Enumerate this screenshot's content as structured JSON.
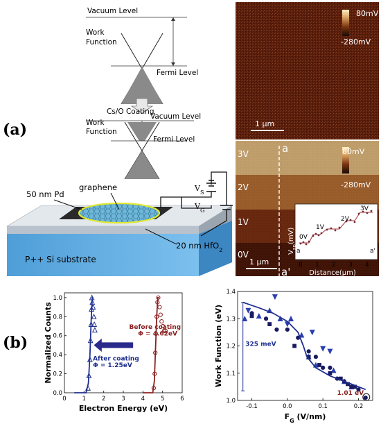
{
  "panel_labels": {
    "a": "(a)",
    "b": "(b)"
  },
  "band_diagram": {
    "vacuum_level_top": "Vacuum Level",
    "work_function_top": [
      "Work",
      "Function"
    ],
    "fermi_level_top": "Fermi Level",
    "coating_step": "Cs/O Coating",
    "vacuum_level_bottom": "Vacuum Level",
    "work_function_bottom": [
      "Work",
      "Function"
    ],
    "fermi_level_bottom": "Fermi Level"
  },
  "device": {
    "pd_label": "50 nm Pd",
    "graphene_label": "graphene",
    "vs_label": "V",
    "vs_sub": "S",
    "vg_label": "V",
    "vg_sub": "G",
    "hfo2_label": "20 nm HfO",
    "hfo2_sub": "2",
    "substrate_label": "P++ Si substrate",
    "colors": {
      "substrate": "#5aa8e0",
      "oxide": "#d6dce2",
      "graphene": "#6fb7d8",
      "ring": "#e0e830"
    }
  },
  "kpfm_top": {
    "scale_max": "80mV",
    "scale_min": "-280mV",
    "scalebar": "1 μm"
  },
  "kpfm_bottom": {
    "scale_max": "80mV",
    "scale_min": "-280mV",
    "scalebar": "1 μm",
    "line_start": "a",
    "line_end": "a'",
    "bands": [
      "3V",
      "2V",
      "1V",
      "0V"
    ],
    "inset": {
      "ylabel_main": "V",
      "ylabel_sub": "sp",
      "ylabel_unit": "(mV)",
      "xlabel": "Distance(μm)",
      "xticks": [
        "0",
        "1",
        "2",
        "3",
        "4"
      ],
      "point_labels": [
        "0V",
        "1V",
        "2V",
        "3V"
      ],
      "end_a": "a",
      "end_b": "a'"
    }
  },
  "chart_data": [
    {
      "type": "scatter",
      "xlabel": "Electron Energy (eV)",
      "ylabel": "Normalized Counts",
      "xlim": [
        0,
        6
      ],
      "ylim": [
        0.0,
        1.05
      ],
      "xticks": [
        0,
        1,
        2,
        3,
        4,
        5,
        6
      ],
      "yticks": [
        0.0,
        0.2,
        0.4,
        0.6,
        0.8,
        1.0
      ],
      "arrow_color": "#2a2a8c",
      "annotations": [
        {
          "lines": [
            "Before coating",
            "Φ = 4.62eV"
          ],
          "color": "#8b2020"
        },
        {
          "lines": [
            "After coating",
            "Φ = 1.25eV"
          ],
          "color": "#1f2f8f"
        }
      ],
      "series": [
        {
          "color": "#1f2f8f",
          "marker": "triangle",
          "points": [
            [
              1.2,
              0.05
            ],
            [
              1.25,
              0.18
            ],
            [
              1.3,
              0.35
            ],
            [
              1.33,
              0.55
            ],
            [
              1.36,
              0.72
            ],
            [
              1.38,
              0.88
            ],
            [
              1.4,
              1.0
            ],
            [
              1.42,
              0.95
            ],
            [
              1.46,
              0.9
            ],
            [
              1.5,
              0.8
            ],
            [
              1.52,
              0.72
            ],
            [
              1.55,
              0.66
            ]
          ],
          "line": [
            [
              0.5,
              0.0
            ],
            [
              1.1,
              0.0
            ],
            [
              1.22,
              0.1
            ],
            [
              1.3,
              0.4
            ],
            [
              1.37,
              0.8
            ],
            [
              1.42,
              1.0
            ],
            [
              1.46,
              1.0
            ]
          ]
        },
        {
          "color": "#8b2020",
          "marker": "circle",
          "points": [
            [
              4.55,
              0.05
            ],
            [
              4.6,
              0.2
            ],
            [
              4.63,
              0.42
            ],
            [
              4.66,
              0.62
            ],
            [
              4.7,
              0.8
            ],
            [
              4.74,
              0.95
            ],
            [
              4.78,
              1.0
            ],
            [
              4.85,
              0.9
            ],
            [
              4.9,
              0.82
            ],
            [
              4.95,
              0.75
            ],
            [
              5.02,
              0.7
            ],
            [
              5.08,
              0.65
            ],
            [
              5.15,
              0.65
            ]
          ],
          "line": [
            [
              4.0,
              0.0
            ],
            [
              4.5,
              0.0
            ],
            [
              4.58,
              0.12
            ],
            [
              4.64,
              0.45
            ],
            [
              4.7,
              0.8
            ],
            [
              4.76,
              1.0
            ],
            [
              4.82,
              1.0
            ]
          ]
        }
      ]
    },
    {
      "type": "scatter",
      "xlabel_main": "F",
      "xlabel_sub": "G",
      "xlabel_unit": " (V/nm)",
      "ylabel": "Work Function (eV)",
      "xlim": [
        -0.14,
        0.24
      ],
      "ylim": [
        1.0,
        1.4
      ],
      "xticks": [
        -0.1,
        0.0,
        0.1,
        0.2
      ],
      "xtick_labels": [
        "-0.1",
        "0.0",
        "0.1",
        "0.2"
      ],
      "yticks": [
        1.0,
        1.1,
        1.2,
        1.3,
        1.4
      ],
      "yticklabels": [
        "1.0",
        "1.1",
        "1.2",
        "1.3",
        "1.4"
      ],
      "annotations": [
        {
          "text": "325 meV",
          "color": "#1f2f8f"
        },
        {
          "text": "1.01 eV",
          "color": "#8b2020"
        }
      ],
      "series": [
        {
          "marker": "triangle-down",
          "color": "#2a3fb0",
          "points": [
            [
              -0.11,
              1.33
            ],
            [
              -0.035,
              1.38
            ],
            [
              0.0,
              1.28
            ],
            [
              0.07,
              1.25
            ],
            [
              0.1,
              1.19
            ],
            [
              0.12,
              1.18
            ]
          ]
        },
        {
          "marker": "triangle",
          "color": "#2a3fb0",
          "points": [
            [
              -0.12,
              1.3
            ],
            [
              -0.08,
              1.31
            ],
            [
              -0.05,
              1.33
            ],
            [
              -0.02,
              1.3
            ],
            [
              0.01,
              1.3
            ],
            [
              0.04,
              1.24
            ],
            [
              0.06,
              1.16
            ],
            [
              0.08,
              1.13
            ],
            [
              0.13,
              1.11
            ],
            [
              0.16,
              1.07
            ],
            [
              0.18,
              1.05
            ]
          ]
        },
        {
          "marker": "circle",
          "color": "#1a1a60",
          "points": [
            [
              -0.1,
              1.32
            ],
            [
              -0.06,
              1.3
            ],
            [
              -0.03,
              1.26
            ],
            [
              0.0,
              1.26
            ],
            [
              0.03,
              1.23
            ],
            [
              0.06,
              1.18
            ],
            [
              0.08,
              1.16
            ],
            [
              0.1,
              1.12
            ],
            [
              0.12,
              1.12
            ],
            [
              0.14,
              1.08
            ],
            [
              0.16,
              1.07
            ],
            [
              0.18,
              1.05
            ],
            [
              0.2,
              1.04
            ],
            [
              0.22,
              1.01
            ]
          ]
        },
        {
          "marker": "square",
          "color": "#1a1a60",
          "points": [
            [
              -0.1,
              1.31
            ],
            [
              -0.05,
              1.28
            ],
            [
              0.02,
              1.2
            ],
            [
              0.06,
              1.16
            ],
            [
              0.09,
              1.13
            ],
            [
              0.12,
              1.1
            ],
            [
              0.15,
              1.08
            ],
            [
              0.17,
              1.06
            ],
            [
              0.19,
              1.05
            ]
          ]
        },
        {
          "type": "line",
          "color": "#1f2f8f",
          "points": [
            [
              -0.125,
              1.36
            ],
            [
              -0.08,
              1.34
            ],
            [
              -0.04,
              1.32
            ],
            [
              0.0,
              1.29
            ],
            [
              0.03,
              1.25
            ],
            [
              0.045,
              1.2
            ],
            [
              0.055,
              1.16
            ],
            [
              0.08,
              1.12
            ],
            [
              0.12,
              1.09
            ],
            [
              0.16,
              1.07
            ],
            [
              0.2,
              1.05
            ],
            [
              0.22,
              1.04
            ]
          ]
        }
      ]
    }
  ]
}
